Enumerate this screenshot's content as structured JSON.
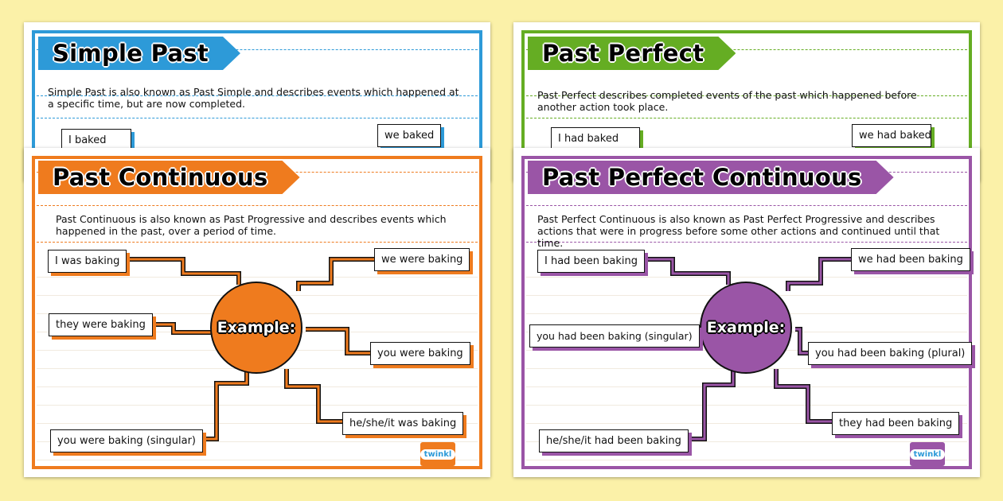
{
  "colors": {
    "background": "#fbf1a8",
    "blue": "#2d9ad8",
    "green": "#65ad23",
    "orange": "#ef7b1e",
    "purple": "#9a55a6"
  },
  "simple_past": {
    "title": "Simple Past",
    "description": "Simple Past is also known as Past Simple and describes events which happened at a specific time, but are now completed.",
    "examples": [
      "I baked",
      "we baked"
    ]
  },
  "past_perfect": {
    "title": "Past Perfect",
    "description": "Past Perfect describes completed events of the past which happened before another action took place.",
    "examples": [
      "I had baked",
      "we had baked"
    ]
  },
  "past_continuous": {
    "title": "Past Continuous",
    "description": "Past Continuous is also known as Past Progressive and describes events which happened in the past, over a period of time.",
    "center": "Example:",
    "examples": [
      "I was baking",
      "they were baking",
      "you were baking (singular)",
      "we were baking",
      "you were baking",
      "he/she/it was baking"
    ],
    "logo": "twinkl"
  },
  "past_perfect_continuous": {
    "title": "Past Perfect Continuous",
    "description": "Past Perfect Continuous is also known as Past Perfect Progressive and describes actions that were in progress before some other actions and continued until that time.",
    "center": "Example:",
    "examples": [
      "I had been baking",
      "you had been baking (singular)",
      "he/she/it had been baking",
      "we had been baking",
      "you had been baking (plural)",
      "they had been baking"
    ],
    "logo": "twinkl"
  }
}
